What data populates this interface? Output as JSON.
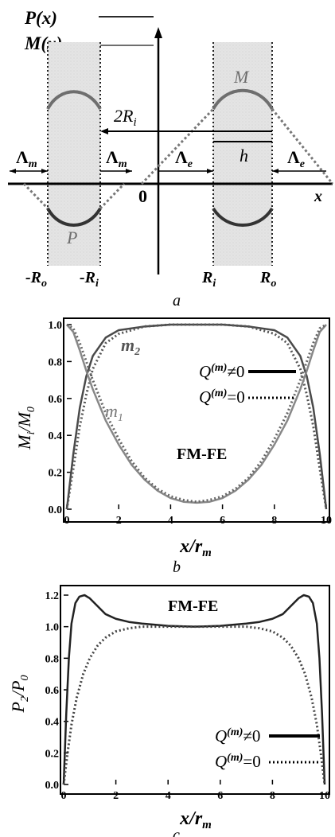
{
  "panel_a": {
    "legend": [
      {
        "label": "P(x)",
        "color": "#2b2b2b"
      },
      {
        "label": "M(x)",
        "color": "#6e6e6e"
      }
    ],
    "labels": {
      "M": "M",
      "P": "P",
      "two_ri": "2R",
      "two_ri_sub": "i",
      "lambda_m_left": "Λ",
      "lambda_m_right": "Λ",
      "lambda_m_sub": "m",
      "lambda_e_left": "Λ",
      "lambda_e_right": "Λ",
      "lambda_e_sub": "e",
      "h": "h",
      "x": "x",
      "origin": "0",
      "neg_ro": "-R",
      "neg_ri": "-R",
      "ri": "R",
      "ro": "R",
      "sub_o": "o",
      "sub_i": "i"
    },
    "caption": "a"
  },
  "chart_data": [
    {
      "type": "line",
      "panel": "b",
      "xlabel": "x/r",
      "xlabel_sub": "m",
      "ylabel": "M",
      "ylabel_sub": "i",
      "ylabel_tail": "/M",
      "ylabel_tail_sub": "0",
      "xlim": [
        0,
        10
      ],
      "ylim": [
        0,
        1.0
      ],
      "xticks": [
        0,
        2,
        4,
        6,
        8,
        10
      ],
      "yticks": [
        0.0,
        0.2,
        0.4,
        0.6,
        0.8,
        1.0
      ],
      "annotation": "FM-FE",
      "series_labels": [
        {
          "text": "m",
          "sub": "2"
        },
        {
          "text": "m",
          "sub": "1"
        }
      ],
      "legend": [
        {
          "text": "Q",
          "sup": "(m)",
          "rel": "≠0",
          "style": "solid"
        },
        {
          "text": "Q",
          "sup": "(m)",
          "rel": "=0",
          "style": "dotted"
        }
      ],
      "series": [
        {
          "name": "m₂",
          "style": "solid",
          "x": [
            0,
            0.25,
            0.5,
            0.75,
            1,
            1.5,
            2,
            3,
            4,
            5,
            6,
            7,
            8,
            8.5,
            9,
            9.25,
            9.5,
            9.75,
            10
          ],
          "y": [
            0.0,
            0.3,
            0.55,
            0.72,
            0.83,
            0.93,
            0.97,
            0.99,
            1.0,
            1.0,
            1.0,
            0.99,
            0.97,
            0.93,
            0.83,
            0.72,
            0.55,
            0.3,
            0.0
          ]
        },
        {
          "name": "m₂",
          "style": "dotted",
          "x": [
            0,
            0.25,
            0.5,
            0.75,
            1,
            1.5,
            2,
            3,
            4,
            5,
            6,
            7,
            8,
            8.5,
            9,
            9.25,
            9.5,
            9.75,
            10
          ],
          "y": [
            0.0,
            0.22,
            0.45,
            0.62,
            0.76,
            0.9,
            0.95,
            0.99,
            1.0,
            1.0,
            1.0,
            0.99,
            0.95,
            0.9,
            0.76,
            0.62,
            0.45,
            0.22,
            0.0
          ]
        },
        {
          "name": "m₁",
          "style": "solid",
          "x": [
            0,
            0.25,
            0.5,
            0.75,
            1,
            1.5,
            2,
            2.5,
            3,
            3.5,
            4,
            4.5,
            5,
            5.5,
            6,
            6.5,
            7,
            7.5,
            8,
            8.5,
            9,
            9.25,
            9.5,
            9.75,
            10
          ],
          "y": [
            1.0,
            0.96,
            0.86,
            0.75,
            0.65,
            0.48,
            0.35,
            0.24,
            0.16,
            0.1,
            0.06,
            0.04,
            0.035,
            0.04,
            0.06,
            0.1,
            0.16,
            0.24,
            0.35,
            0.48,
            0.65,
            0.75,
            0.86,
            0.96,
            1.0
          ]
        },
        {
          "name": "m₁",
          "style": "dotted",
          "x": [
            0,
            0.25,
            0.5,
            0.75,
            1,
            1.5,
            2,
            2.5,
            3,
            3.5,
            4,
            4.5,
            5,
            5.5,
            6,
            6.5,
            7,
            7.5,
            8,
            8.5,
            9,
            9.25,
            9.5,
            9.75,
            10
          ],
          "y": [
            1.0,
            0.98,
            0.9,
            0.8,
            0.7,
            0.52,
            0.38,
            0.26,
            0.17,
            0.11,
            0.07,
            0.05,
            0.04,
            0.05,
            0.07,
            0.11,
            0.17,
            0.26,
            0.38,
            0.52,
            0.7,
            0.8,
            0.9,
            0.98,
            1.0
          ]
        }
      ],
      "caption": "b"
    },
    {
      "type": "line",
      "panel": "c",
      "xlabel": "x/r",
      "xlabel_sub": "m",
      "ylabel": "P",
      "ylabel_sub": "2",
      "ylabel_tail": "/P",
      "ylabel_tail_sub": "0",
      "xlim": [
        0,
        10
      ],
      "ylim": [
        0,
        1.2
      ],
      "xticks": [
        0,
        2,
        4,
        6,
        8,
        10
      ],
      "yticks": [
        0.0,
        0.2,
        0.4,
        0.6,
        0.8,
        1.0,
        1.2
      ],
      "annotation": "FM-FE",
      "legend": [
        {
          "text": "Q",
          "sup": "(m)",
          "rel": "≠0",
          "style": "solid"
        },
        {
          "text": "Q",
          "sup": "(m)",
          "rel": "=0",
          "style": "dotted"
        }
      ],
      "series": [
        {
          "style": "solid",
          "x": [
            0,
            0.1,
            0.2,
            0.3,
            0.45,
            0.6,
            0.8,
            1.0,
            1.3,
            1.6,
            2,
            2.5,
            3,
            4,
            5,
            6,
            7,
            7.5,
            8,
            8.4,
            8.7,
            9.0,
            9.2,
            9.4,
            9.55,
            9.7,
            9.8,
            9.9,
            10
          ],
          "y": [
            0.0,
            0.45,
            0.8,
            1.02,
            1.15,
            1.19,
            1.2,
            1.18,
            1.13,
            1.08,
            1.05,
            1.03,
            1.02,
            1.005,
            1.0,
            1.005,
            1.02,
            1.03,
            1.05,
            1.08,
            1.13,
            1.18,
            1.2,
            1.19,
            1.15,
            1.02,
            0.8,
            0.45,
            0.0
          ]
        },
        {
          "style": "dotted",
          "x": [
            0,
            0.15,
            0.3,
            0.5,
            0.75,
            1.0,
            1.3,
            1.6,
            2,
            2.5,
            3,
            4,
            5,
            6,
            7,
            7.5,
            8,
            8.4,
            8.7,
            9.0,
            9.25,
            9.5,
            9.7,
            9.85,
            10
          ],
          "y": [
            0.0,
            0.2,
            0.38,
            0.55,
            0.7,
            0.8,
            0.88,
            0.93,
            0.97,
            0.99,
            1.0,
            1.0,
            1.0,
            1.0,
            1.0,
            0.99,
            0.97,
            0.93,
            0.88,
            0.8,
            0.7,
            0.55,
            0.38,
            0.2,
            0.0
          ]
        }
      ],
      "caption": "c"
    }
  ]
}
